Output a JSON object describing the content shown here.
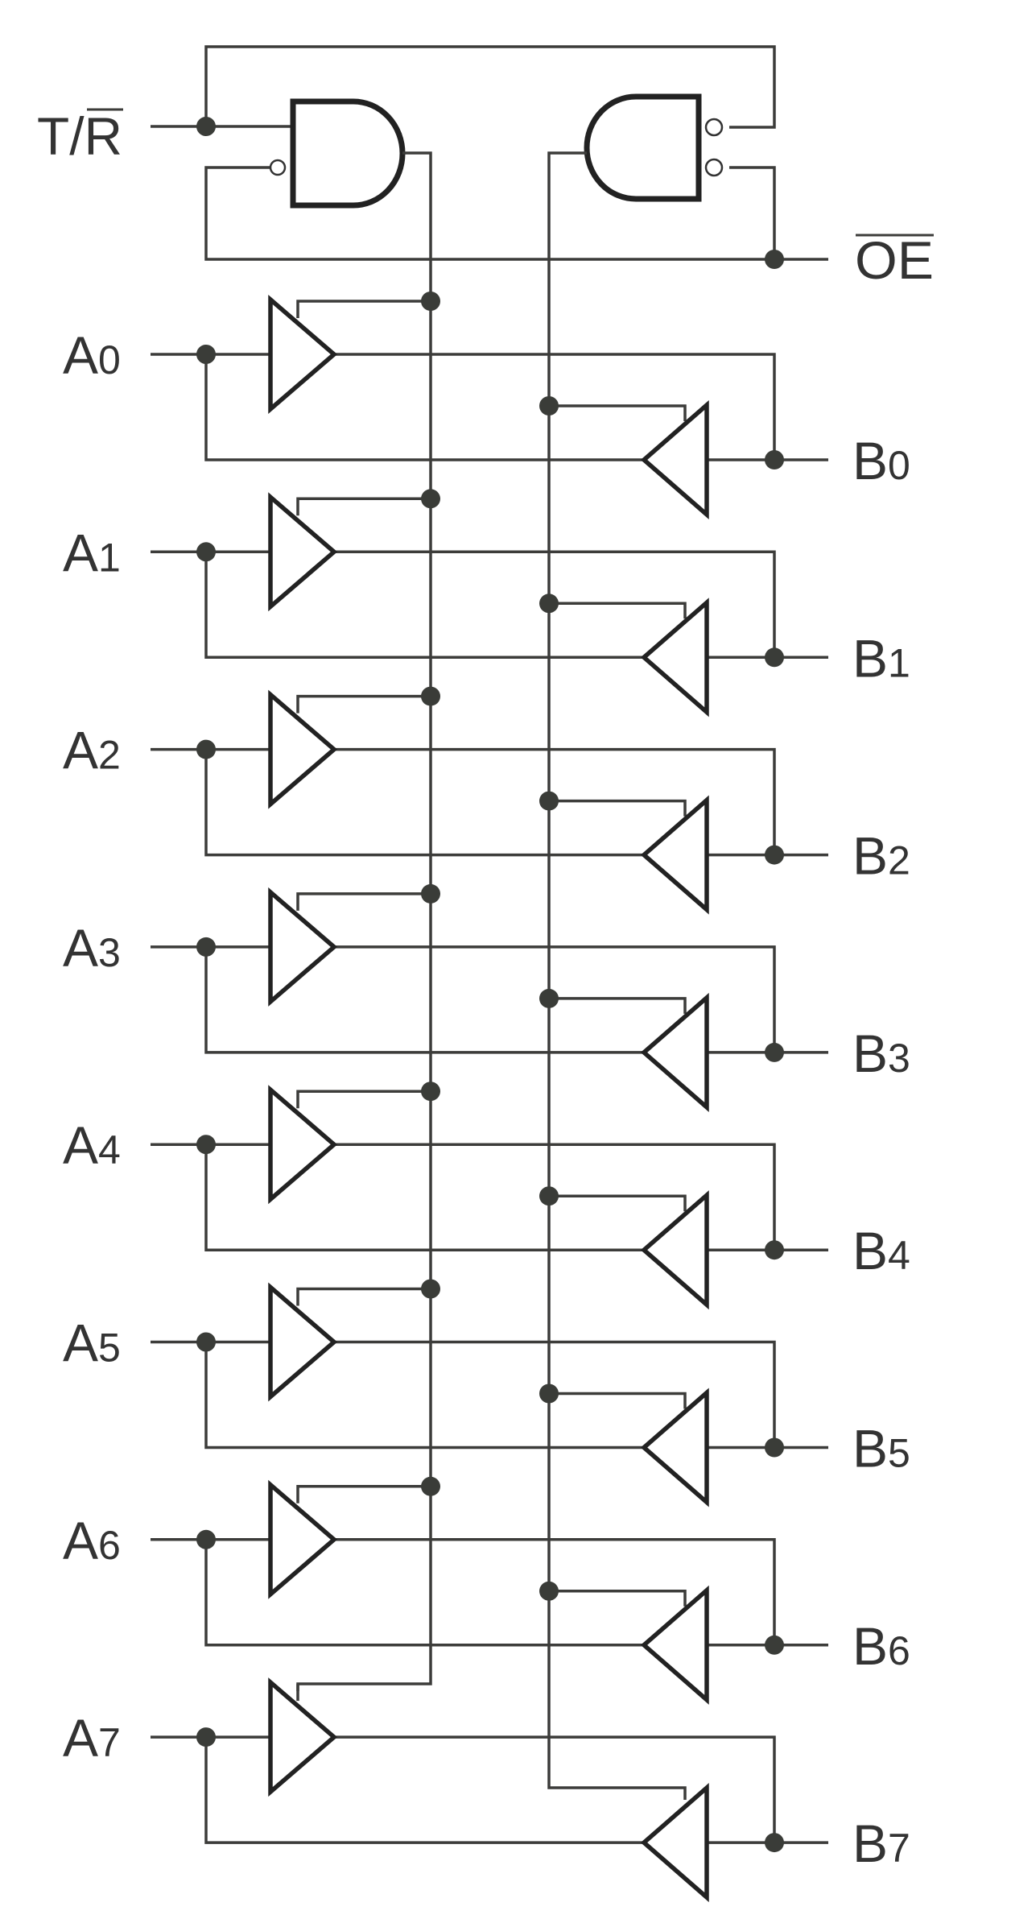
{
  "diagram": {
    "control_inputs": {
      "direction": {
        "main": "T/",
        "overlined": "R"
      },
      "output_enable": {
        "overlined": "OE"
      }
    },
    "a_ports": [
      {
        "letter": "A",
        "index": "0"
      },
      {
        "letter": "A",
        "index": "1"
      },
      {
        "letter": "A",
        "index": "2"
      },
      {
        "letter": "A",
        "index": "3"
      },
      {
        "letter": "A",
        "index": "4"
      },
      {
        "letter": "A",
        "index": "5"
      },
      {
        "letter": "A",
        "index": "6"
      },
      {
        "letter": "A",
        "index": "7"
      }
    ],
    "b_ports": [
      {
        "letter": "B",
        "index": "0"
      },
      {
        "letter": "B",
        "index": "1"
      },
      {
        "letter": "B",
        "index": "2"
      },
      {
        "letter": "B",
        "index": "3"
      },
      {
        "letter": "B",
        "index": "4"
      },
      {
        "letter": "B",
        "index": "5"
      },
      {
        "letter": "B",
        "index": "6"
      },
      {
        "letter": "B",
        "index": "7"
      }
    ],
    "colors": {
      "wire": "#3c3c3a",
      "symbol": "#222222",
      "text": "#333333"
    }
  }
}
